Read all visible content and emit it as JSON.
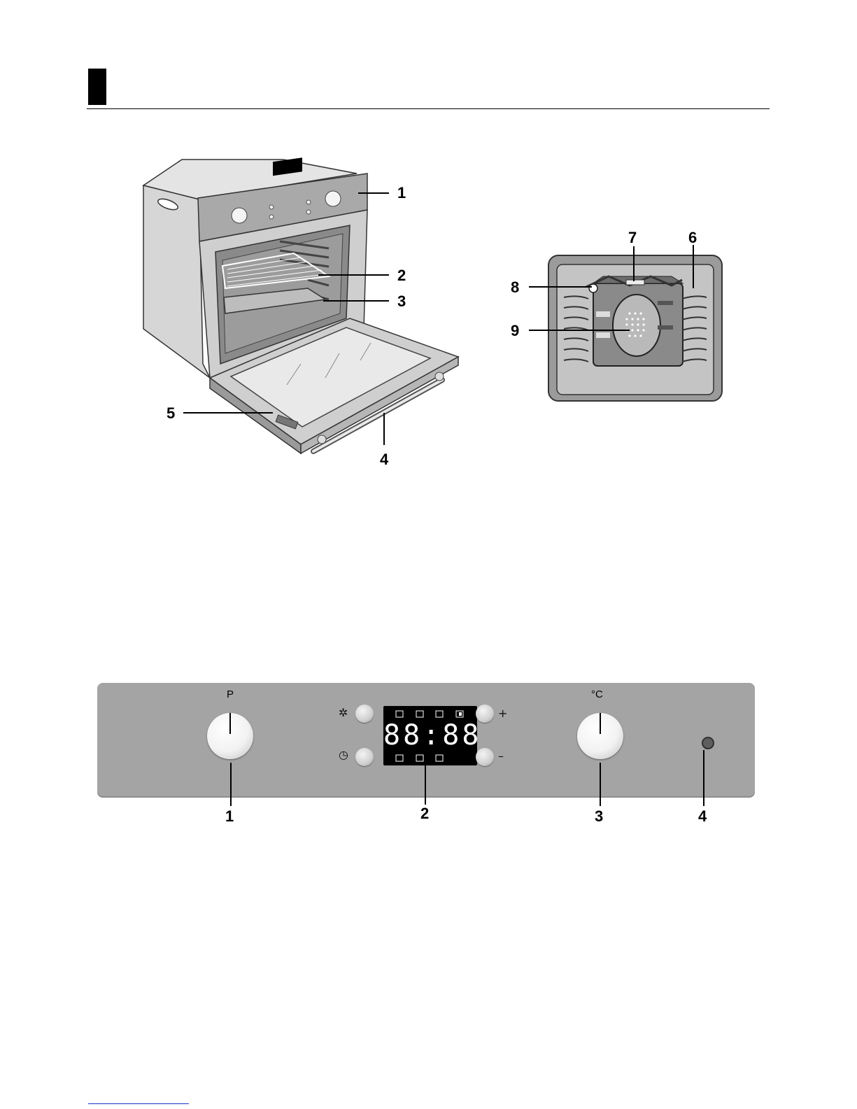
{
  "oven_diagram": {
    "callouts": [
      "1",
      "2",
      "3",
      "4",
      "5"
    ]
  },
  "cavity_diagram": {
    "callouts": [
      "6",
      "7",
      "8",
      "9"
    ]
  },
  "control_panel": {
    "knob_left_label": "P",
    "knob_right_label": "°C",
    "plus_label": "+",
    "minus_label": "–",
    "display_digits": "88:88",
    "callouts": [
      "1",
      "2",
      "3",
      "4"
    ]
  },
  "colors": {
    "panel": "#a4a4a4",
    "display": "#000000",
    "header_block": "#000000",
    "footer_rule": "#1a35c8"
  }
}
